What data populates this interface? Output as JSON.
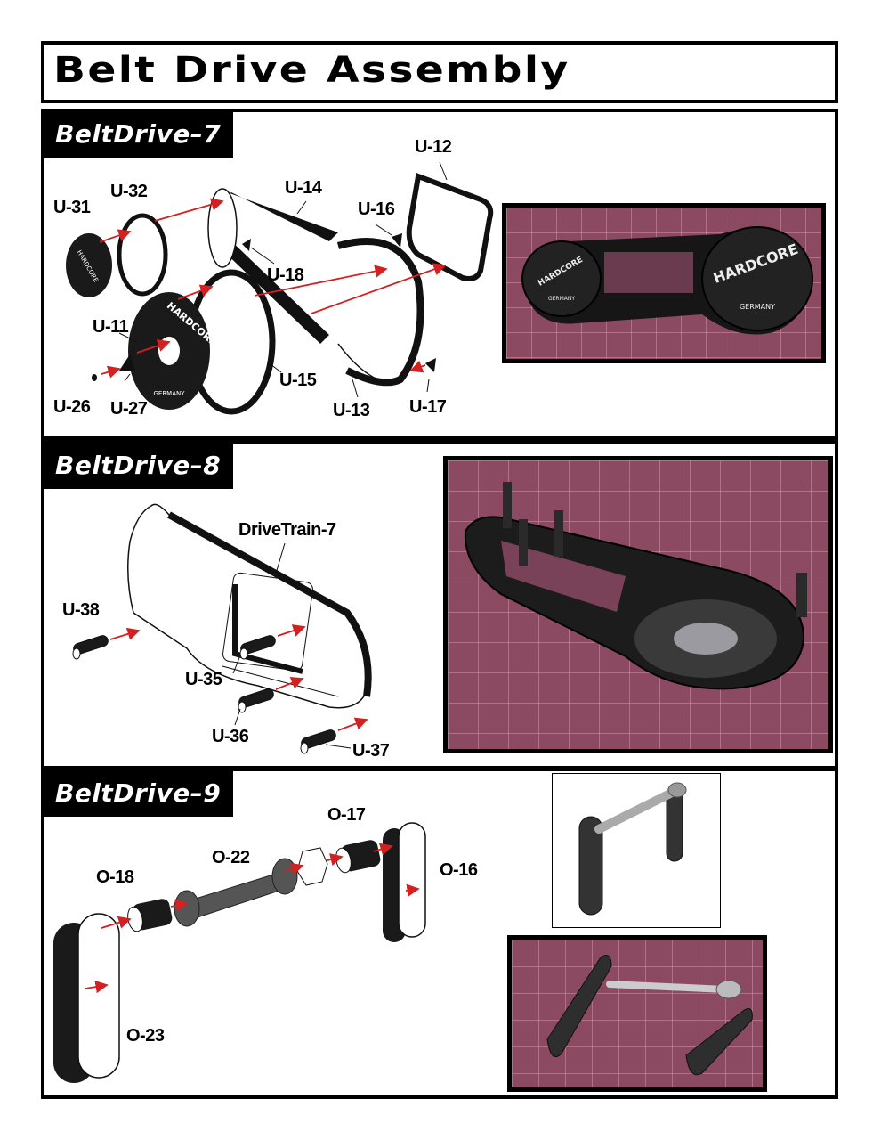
{
  "page": {
    "title": "Belt Drive Assembly"
  },
  "sections": [
    {
      "label": "BeltDrive–7",
      "parts": [
        "U-12",
        "U-31",
        "U-32",
        "U-14",
        "U-16",
        "U-18",
        "U-11",
        "U-15",
        "U-26",
        "U-27",
        "U-13",
        "U-17"
      ],
      "logo_text": "HARDCORE",
      "logo_subtext": "GERMANY"
    },
    {
      "label": "BeltDrive–8",
      "parts": [
        "DriveTrain-7",
        "U-38",
        "U-35",
        "U-36",
        "U-37"
      ]
    },
    {
      "label": "BeltDrive–9",
      "parts": [
        "O-17",
        "O-22",
        "O-18",
        "O-16",
        "O-23"
      ]
    }
  ],
  "colors": {
    "border": "#000000",
    "arrow": "#d42020",
    "photo_mat": "#8b4a62"
  }
}
